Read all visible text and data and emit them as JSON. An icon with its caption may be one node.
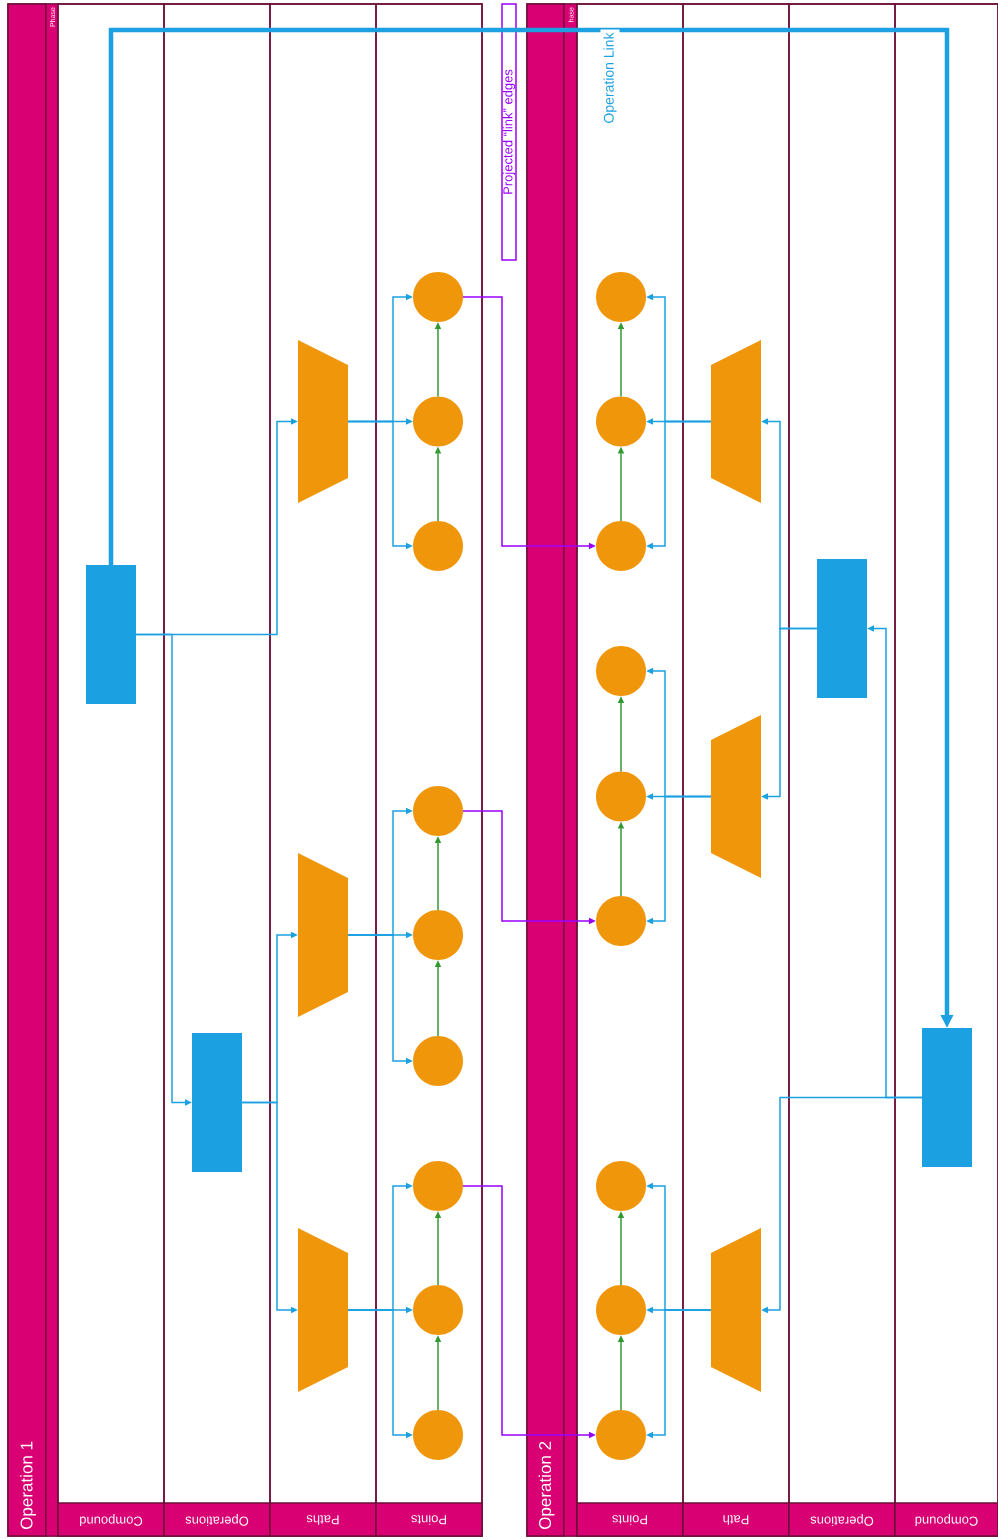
{
  "diagram": {
    "nodes": [
      {
        "text": [
          "Operation 1"
        ]
      },
      {
        "text": [
          "Phase"
        ],
        "in": 0
      },
      {
        "text": [
          "Compound"
        ],
        "in": 0
      },
      {
        "text": [
          "Operations"
        ],
        "in": 0
      },
      {
        "text": [
          "Paths"
        ],
        "in": 0
      },
      {
        "text": [
          "Points"
        ],
        "in": 0
      },
      {
        "text": [],
        "shape": "box",
        "in": 2
      },
      {
        "text": [],
        "shape": "box",
        "in": 3
      },
      {
        "text": [],
        "shape": "trapezoid",
        "in": 4
      },
      {
        "text": [],
        "shape": "trapezoid",
        "in": 4
      },
      {
        "text": [],
        "shape": "trapezoid",
        "in": 4
      },
      {
        "text": [],
        "shape": "circle",
        "in": 5
      },
      {
        "text": [],
        "shape": "circle",
        "in": 5
      },
      {
        "text": [],
        "shape": "circle",
        "in": 5
      },
      {
        "text": [],
        "shape": "circle",
        "in": 5
      },
      {
        "text": [],
        "shape": "circle",
        "in": 5
      },
      {
        "text": [],
        "shape": "circle",
        "in": 5
      },
      {
        "text": [],
        "shape": "circle",
        "in": 5
      },
      {
        "text": [],
        "shape": "circle",
        "in": 5
      },
      {
        "text": [],
        "shape": "circle",
        "in": 5
      },
      {
        "text": [
          "Projected “link” edges"
        ]
      },
      {
        "text": [
          "Operation 2"
        ]
      },
      {
        "text": [
          "hase"
        ],
        "in": 21
      },
      {
        "text": [
          "Points"
        ],
        "in": 21
      },
      {
        "text": [
          "Path"
        ],
        "in": 21
      },
      {
        "text": [
          "Operations"
        ],
        "in": 21
      },
      {
        "text": [
          "Compound"
        ],
        "in": 21
      },
      {
        "text": [],
        "shape": "box",
        "in": 25
      },
      {
        "text": [],
        "shape": "box",
        "in": 26
      },
      {
        "text": [],
        "shape": "trapezoid",
        "in": 24
      },
      {
        "text": [],
        "shape": "trapezoid",
        "in": 24
      },
      {
        "text": [],
        "shape": "trapezoid",
        "in": 24
      },
      {
        "text": [],
        "shape": "circle",
        "in": 23
      },
      {
        "text": [],
        "shape": "circle",
        "in": 23
      },
      {
        "text": [],
        "shape": "circle",
        "in": 23
      },
      {
        "text": [],
        "shape": "circle",
        "in": 23
      },
      {
        "text": [],
        "shape": "circle",
        "in": 23
      },
      {
        "text": [],
        "shape": "circle",
        "in": 23
      },
      {
        "text": [],
        "shape": "circle",
        "in": 23
      },
      {
        "text": [],
        "shape": "circle",
        "in": 23
      },
      {
        "text": [],
        "shape": "circle",
        "in": 23
      }
    ],
    "edges": [
      {
        "from": 6,
        "to": 7,
        "arrow": "to"
      },
      {
        "from": 6,
        "to": 8,
        "arrow": "to"
      },
      {
        "from": 7,
        "to": 9,
        "arrow": "to"
      },
      {
        "from": 7,
        "to": 10,
        "arrow": "to"
      },
      {
        "from": 8,
        "to": 11,
        "arrow": "to"
      },
      {
        "from": 8,
        "to": 12,
        "arrow": "to"
      },
      {
        "from": 8,
        "to": 13,
        "arrow": "to"
      },
      {
        "from": 9,
        "to": 14,
        "arrow": "to"
      },
      {
        "from": 9,
        "to": 15,
        "arrow": "to"
      },
      {
        "from": 9,
        "to": 16,
        "arrow": "to"
      },
      {
        "from": 10,
        "to": 17,
        "arrow": "to"
      },
      {
        "from": 10,
        "to": 18,
        "arrow": "to"
      },
      {
        "from": 10,
        "to": 19,
        "arrow": "to"
      },
      {
        "from": 13,
        "to": 12,
        "arrow": "to",
        "color": "#339933"
      },
      {
        "from": 12,
        "to": 11,
        "arrow": "to",
        "color": "#339933"
      },
      {
        "from": 16,
        "to": 15,
        "arrow": "to",
        "color": "#339933"
      },
      {
        "from": 15,
        "to": 14,
        "arrow": "to",
        "color": "#339933"
      },
      {
        "from": 19,
        "to": 18,
        "arrow": "to",
        "color": "#339933"
      },
      {
        "from": 18,
        "to": 17,
        "arrow": "to",
        "color": "#339933"
      },
      {
        "from": 11,
        "to": 34,
        "arrow": "to",
        "color": "#9900ff"
      },
      {
        "from": 14,
        "to": 37,
        "arrow": "to",
        "color": "#9900ff"
      },
      {
        "from": 17,
        "to": 40,
        "arrow": "to",
        "color": "#9900ff"
      },
      {
        "from": 6,
        "to": 28,
        "arrow": "to",
        "style": "thick",
        "label": "Operation Link"
      },
      {
        "from": 28,
        "to": 27,
        "arrow": "to"
      },
      {
        "from": 28,
        "to": 31,
        "arrow": "to"
      },
      {
        "from": 27,
        "to": 29,
        "arrow": "to"
      },
      {
        "from": 27,
        "to": 30,
        "arrow": "to"
      },
      {
        "from": 29,
        "to": 32,
        "arrow": "to"
      },
      {
        "from": 29,
        "to": 33,
        "arrow": "to"
      },
      {
        "from": 29,
        "to": 34,
        "arrow": "to"
      },
      {
        "from": 30,
        "to": 35,
        "arrow": "to"
      },
      {
        "from": 30,
        "to": 36,
        "arrow": "to"
      },
      {
        "from": 30,
        "to": 37,
        "arrow": "to"
      },
      {
        "from": 31,
        "to": 38,
        "arrow": "to"
      },
      {
        "from": 31,
        "to": 39,
        "arrow": "to"
      },
      {
        "from": 31,
        "to": 40,
        "arrow": "to"
      },
      {
        "from": 34,
        "to": 33,
        "arrow": "to",
        "color": "#339933"
      },
      {
        "from": 33,
        "to": 32,
        "arrow": "to",
        "color": "#339933"
      },
      {
        "from": 37,
        "to": 36,
        "arrow": "to",
        "color": "#339933"
      },
      {
        "from": 36,
        "to": 35,
        "arrow": "to",
        "color": "#339933"
      },
      {
        "from": 40,
        "to": 39,
        "arrow": "to",
        "color": "#339933"
      },
      {
        "from": 39,
        "to": 38,
        "arrow": "to",
        "color": "#339933"
      }
    ]
  }
}
